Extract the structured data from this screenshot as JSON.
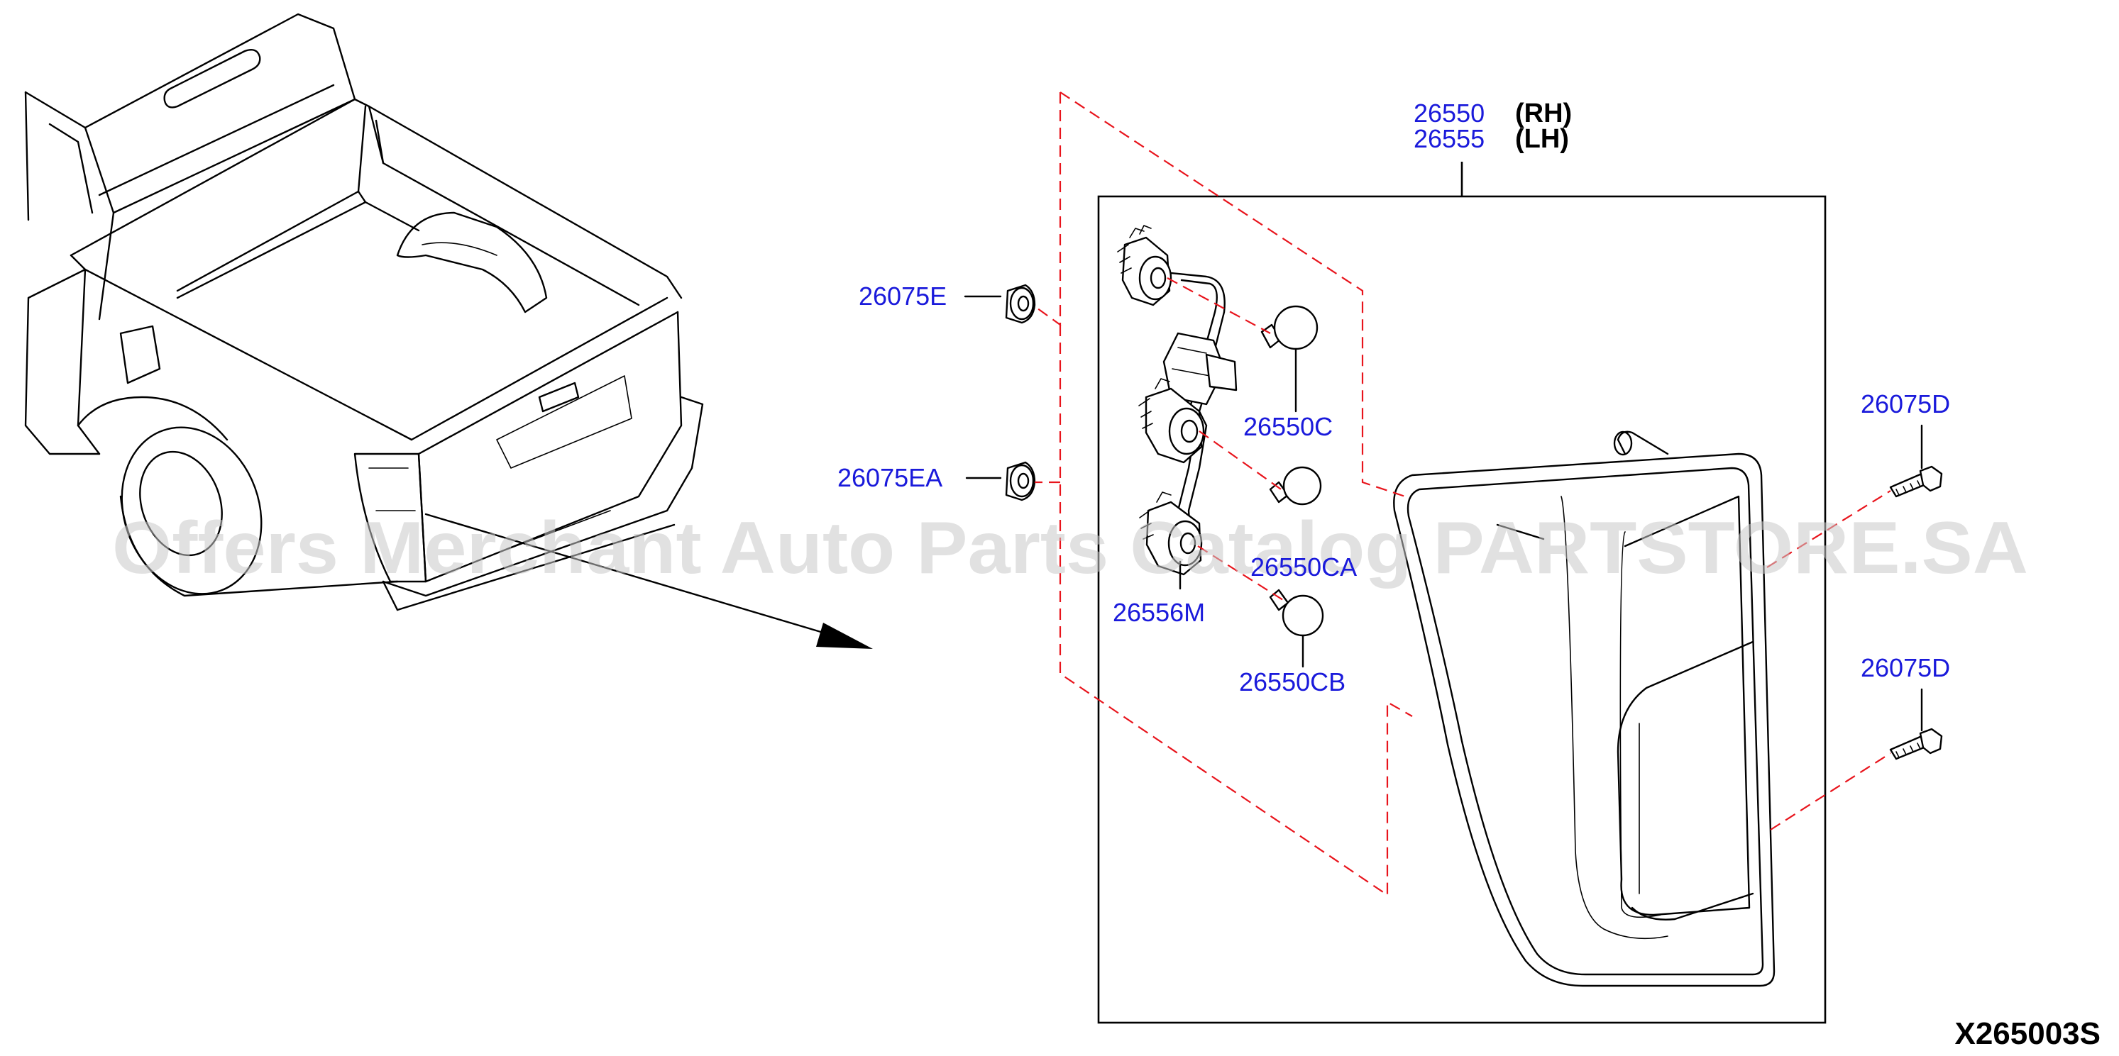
{
  "colors": {
    "part_number": "#1a1adb",
    "leader_dash": "#e8141c",
    "line_art": "#000000",
    "watermark": "#c8c8c8"
  },
  "assembly": {
    "rh_number": "26550",
    "rh_side": "(RH)",
    "lh_number": "26555",
    "lh_side": "(LH)"
  },
  "parts": {
    "grommet_upper": "26075E",
    "grommet_lower": "26075EA",
    "bulb_upper": "26550C",
    "bulb_middle": "26550CA",
    "bulb_lower": "26550CB",
    "harness": "26556M",
    "screw_upper": "26075D",
    "screw_lower": "26075D"
  },
  "watermark": "Offers Merchant Auto Parts Catalog PARTSTORE.SA",
  "diagram_ref": "X265003S"
}
